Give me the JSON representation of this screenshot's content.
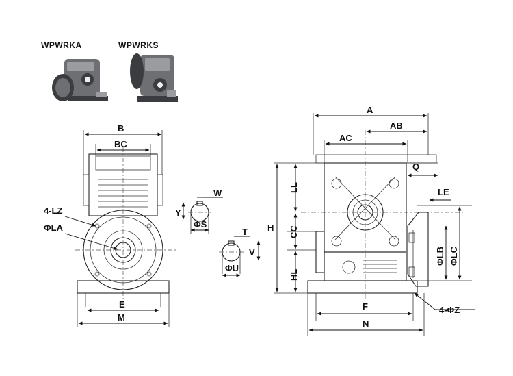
{
  "models": [
    "WPWRKA",
    "WPWRKS"
  ],
  "colors": {
    "line": "#222222",
    "photo": "#6d6f72",
    "background": "#ffffff"
  },
  "dims": {
    "B": "B",
    "BC": "BC",
    "LZ": "4-LZ",
    "LA": "ΦLA",
    "E": "E",
    "M": "M",
    "W": "W",
    "Y": "Y",
    "S": "ΦS",
    "T": "T",
    "V": "V",
    "U": "ΦU",
    "A": "A",
    "AB": "AB",
    "AC": "AC",
    "Q": "Q",
    "LE": "LE",
    "H": "H",
    "LL": "LL",
    "CC": "CC",
    "HL": "HL",
    "LB": "ΦLB",
    "LC": "ΦLC",
    "F": "F",
    "N": "N",
    "Z": "4-ΦZ"
  }
}
